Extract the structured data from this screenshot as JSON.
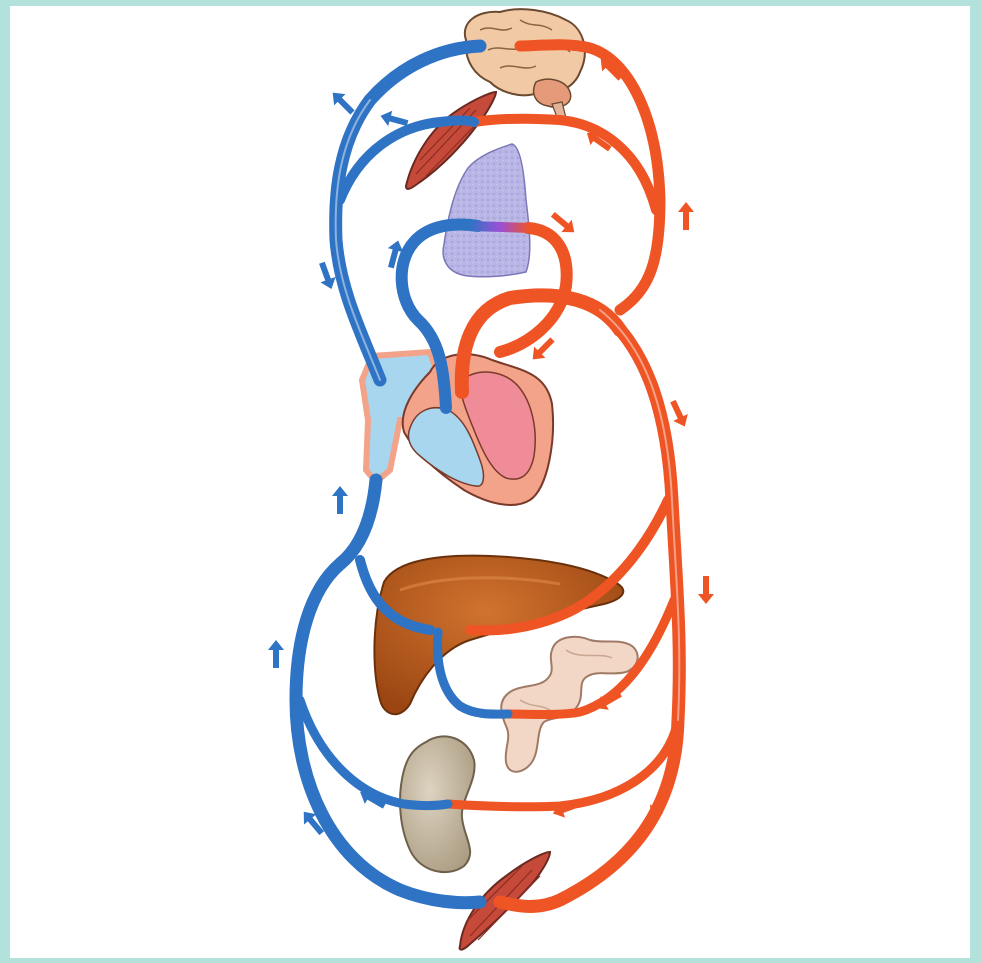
{
  "colors": {
    "frame_border": "#b3e1db",
    "background": "#ffffff",
    "artery": "#ef5424",
    "artery_dark": "#c8361a",
    "vein": "#2f73c5",
    "vein_dark": "#1c4f96",
    "capillary": "#9b4fd6",
    "heart_left": "#ef8c98",
    "heart_right": "#a9d6ef",
    "heart_wall": "#f2a38a",
    "lung": "#b7b3e4",
    "liver": "#b4571b",
    "intestine": "#f3d7c6",
    "kidney": "#c9bca6",
    "muscle": "#c64a3a",
    "brain": "#f1c9a4"
  },
  "organs": [
    {
      "id": "brain",
      "icon": "brain-icon"
    },
    {
      "id": "upper-muscle",
      "icon": "muscle-icon"
    },
    {
      "id": "lung",
      "icon": "lung-icon"
    },
    {
      "id": "heart",
      "icon": "heart-icon"
    },
    {
      "id": "liver",
      "icon": "liver-icon"
    },
    {
      "id": "intestine",
      "icon": "intestine-icon"
    },
    {
      "id": "kidney",
      "icon": "kidney-icon"
    },
    {
      "id": "lower-muscle",
      "icon": "muscle-icon"
    }
  ],
  "flow_arrows": {
    "artery_direction_marks": 11,
    "vein_direction_marks": 8
  }
}
